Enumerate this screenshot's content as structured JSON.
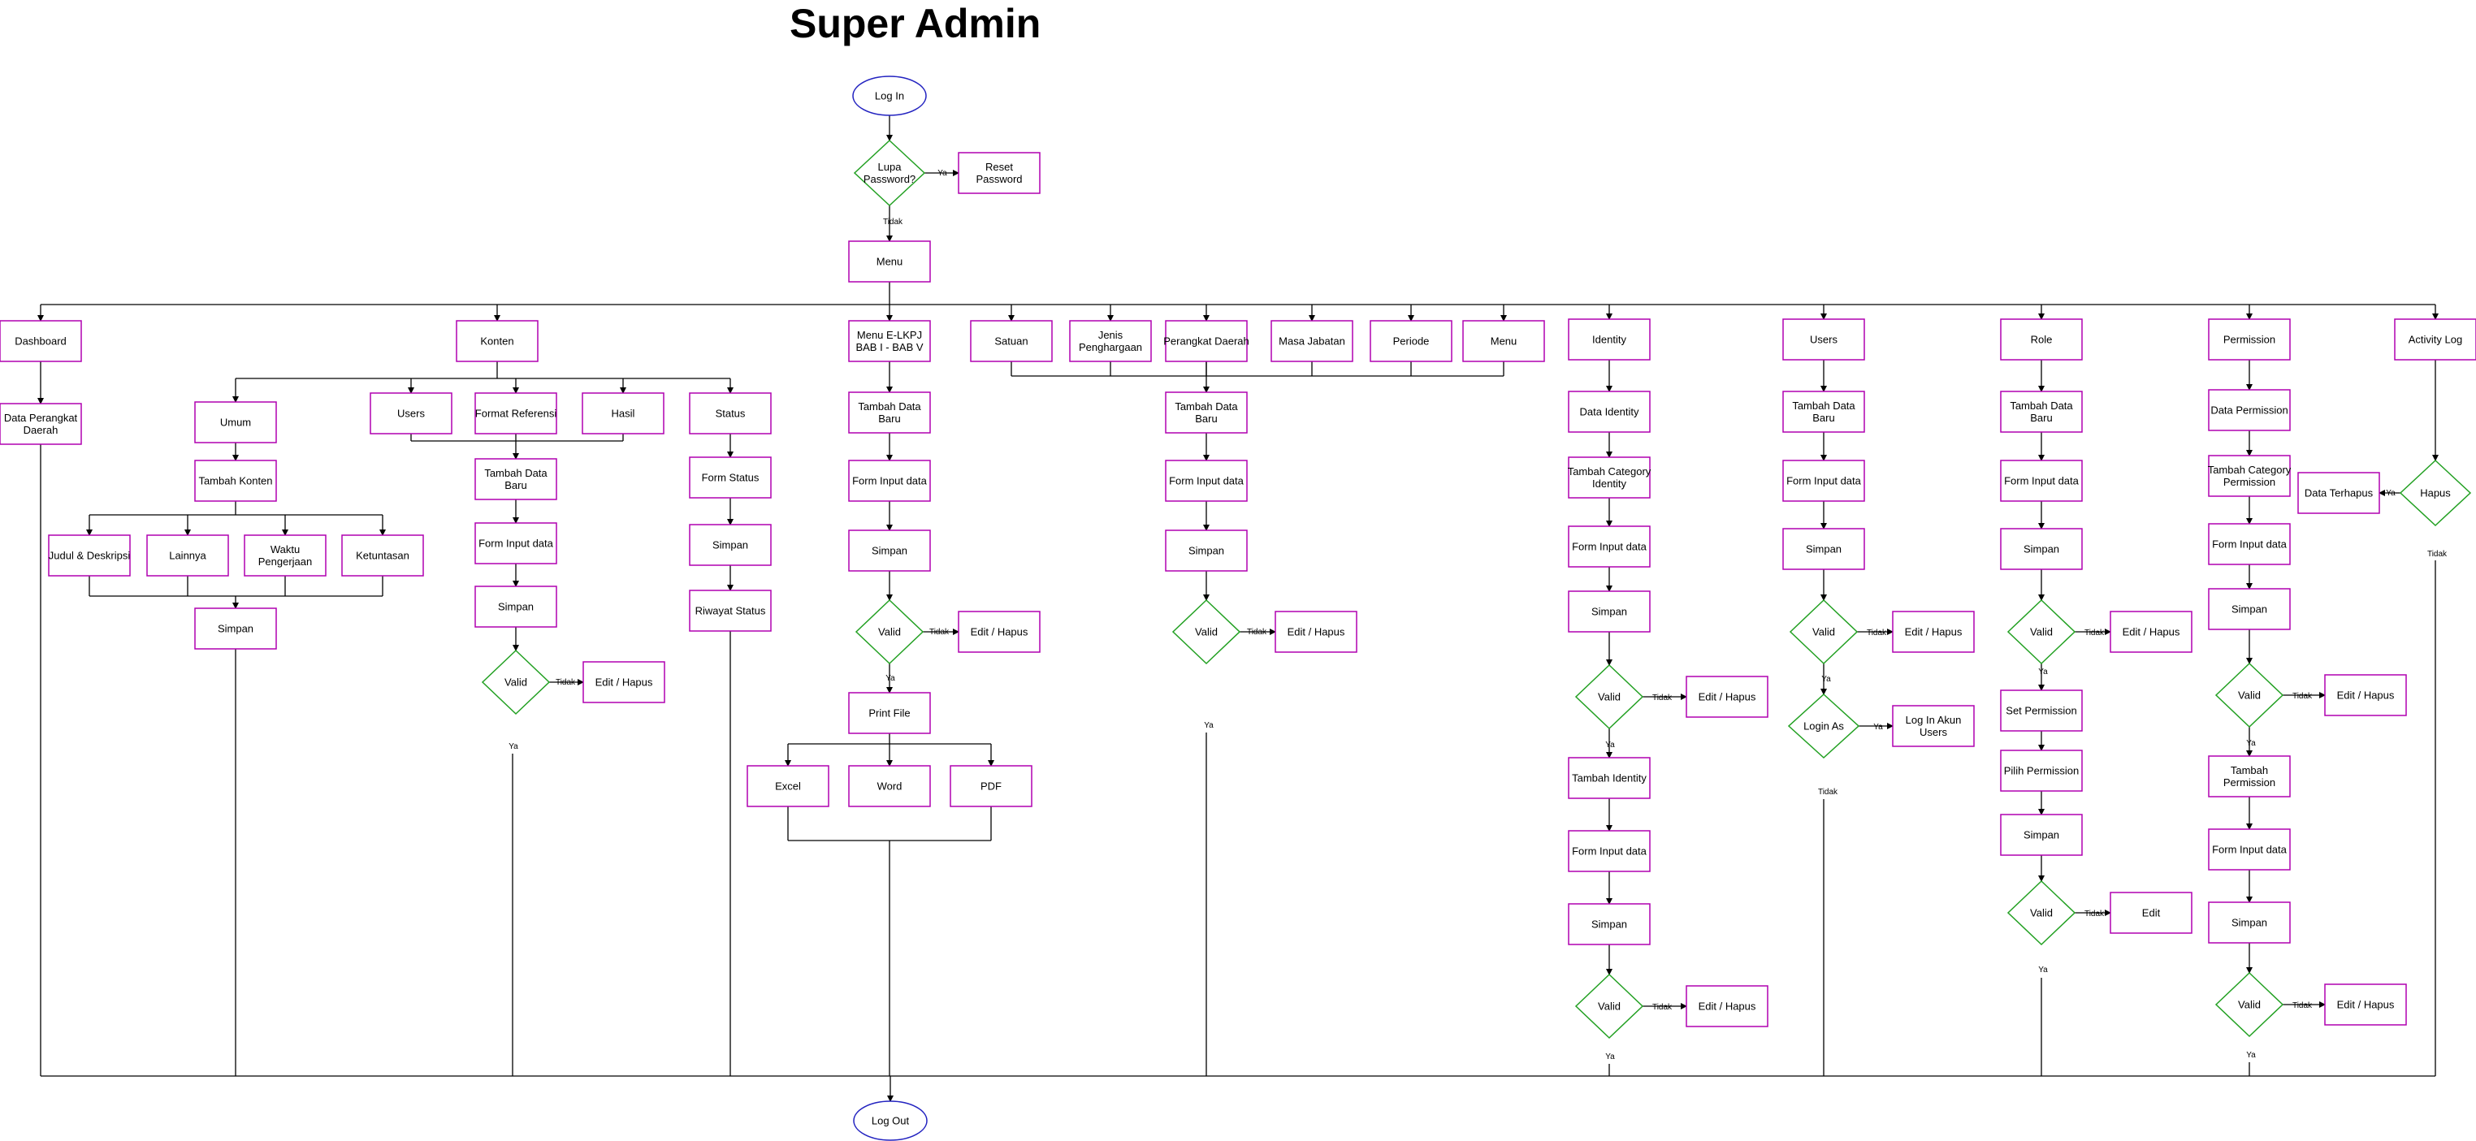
{
  "title": "Super Admin",
  "colors": {
    "process_border": "#b000b0",
    "decision_border": "#22a022",
    "terminal_border": "#2222c0",
    "line": "#000000"
  },
  "nodes": {
    "n_login": "Log In",
    "n_lupa": "Lupa\nPassword?",
    "n_reset": "Reset\nPassword",
    "n_menu": "Menu",
    "n_logout": "Log Out",
    "n_dash": "Dashboard",
    "n_dpd": "Data Perangkat\nDaerah",
    "n_konten": "Konten",
    "n_umum": "Umum",
    "n_tk": "Tambah Konten",
    "n_jd": "Judul & Deskripsi",
    "n_lain": "Lainnya",
    "n_wp": "Waktu\nPengerjaan",
    "n_ket": "Ketuntasan",
    "n_simp_u": "Simpan",
    "n_users_k": "Users",
    "n_fref": "Format Referensi",
    "n_hasil": "Hasil",
    "n_tdb_k": "Tambah Data\nBaru",
    "n_fid_k": "Form Input data",
    "n_simp_k": "Simpan",
    "n_val_k": "Valid",
    "n_eh_k": "Edit / Hapus",
    "n_status": "Status",
    "n_fstat": "Form Status",
    "n_simp_s": "Simpan",
    "n_rstat": "Riwayat Status",
    "n_lkpj": "Menu E-LKPJ\nBAB I - BAB V",
    "n_tdb_l": "Tambah Data\nBaru",
    "n_fid_l": "Form Input data",
    "n_simp_l": "Simpan",
    "n_val_l": "Valid",
    "n_eh_l": "Edit / Hapus",
    "n_print": "Print File",
    "n_excel": "Excel",
    "n_word": "Word",
    "n_pdf": "PDF",
    "n_satuan": "Satuan",
    "n_jenis": "Jenis\nPenghargaan",
    "n_pd": "Perangkat Daerah",
    "n_mj": "Masa Jabatan",
    "n_periode": "Periode",
    "n_menu2": "Menu",
    "n_tdb_m": "Tambah Data\nBaru",
    "n_fid_m": "Form Input data",
    "n_simp_m": "Simpan",
    "n_val_m": "Valid",
    "n_eh_m": "Edit / Hapus",
    "n_ident": "Identity",
    "n_did": "Data Identity",
    "n_tci": "Tambah Category\nIdentity",
    "n_fid_i1": "Form Input data",
    "n_simp_i1": "Simpan",
    "n_val_i1": "Valid",
    "n_eh_i1": "Edit / Hapus",
    "n_ti": "Tambah Identity",
    "n_fid_i2": "Form Input data",
    "n_simp_i2": "Simpan",
    "n_val_i2": "Valid",
    "n_eh_i2": "Edit / Hapus",
    "n_users": "Users",
    "n_tdb_u": "Tambah Data\nBaru",
    "n_fid_u": "Form Input data",
    "n_simp_u2": "Simpan",
    "n_val_u": "Valid",
    "n_eh_u": "Edit / Hapus",
    "n_loginas": "Login As",
    "n_lau": "Log In Akun\nUsers",
    "n_role": "Role",
    "n_tdb_r": "Tambah Data\nBaru",
    "n_fid_r": "Form Input data",
    "n_simp_r": "Simpan",
    "n_val_r": "Valid",
    "n_eh_r": "Edit / Hapus",
    "n_setp": "Set Permission",
    "n_pilp": "Pilih Permission",
    "n_simp_r2": "Simpan",
    "n_val_r2": "Valid",
    "n_edit_r": "Edit",
    "n_perm": "Permission",
    "n_dperm": "Data Permission",
    "n_tcp": "Tambah Category\nPermission",
    "n_fid_p1": "Form Input data",
    "n_simp_p1": "Simpan",
    "n_val_p1": "Valid",
    "n_eh_p1": "Edit / Hapus",
    "n_tperm": "Tambah\nPermission",
    "n_fid_p2": "Form Input data",
    "n_simp_p2": "Simpan",
    "n_val_p2": "Valid",
    "n_eh_p2": "Edit / Hapus",
    "n_alog": "Activity Log",
    "n_hapus": "Hapus",
    "n_dterh": "Data Terhapus"
  },
  "edge_labels": {
    "ya": "Ya",
    "tidak": "Tidak"
  }
}
